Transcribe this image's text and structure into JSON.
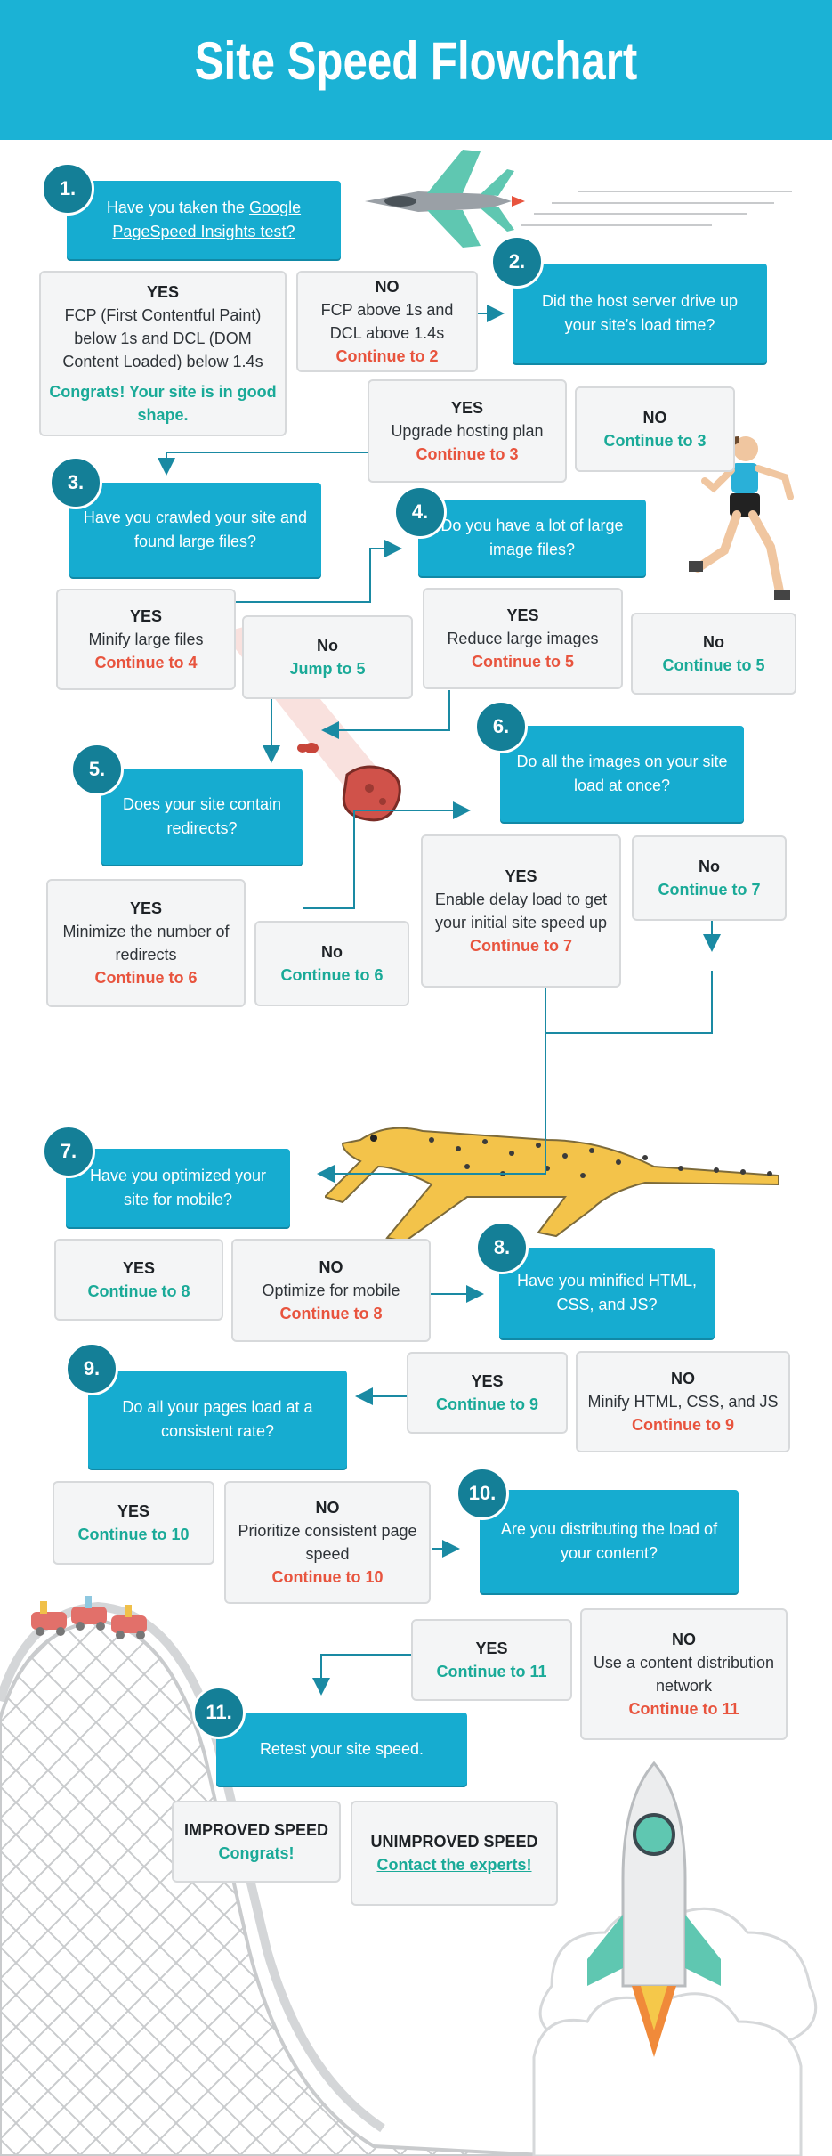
{
  "title": "Site Speed Flowchart",
  "colors": {
    "header": "#1bb2d5",
    "question": "#16acd0",
    "number": "#147f97",
    "red": "#e8543e",
    "teal": "#1aaa98"
  },
  "steps": [
    {
      "num": "1.",
      "q": "Have you taken the ",
      "q_link": "Google PageSpeed Insights test?"
    },
    {
      "num": "2.",
      "q": "Did the host server drive up your site’s load time?"
    },
    {
      "num": "3.",
      "q": "Have you crawled your site and found large files?"
    },
    {
      "num": "4.",
      "q": "Do you have a lot of large image files?"
    },
    {
      "num": "5.",
      "q": "Does your site contain redirects?"
    },
    {
      "num": "6.",
      "q": "Do all the images on your site load at once?"
    },
    {
      "num": "7.",
      "q": "Have you optimized your site for mobile?"
    },
    {
      "num": "8.",
      "q": "Have you minified HTML, CSS, and JS?"
    },
    {
      "num": "9.",
      "q": "Do all your pages load at a consistent rate?"
    },
    {
      "num": "10.",
      "q": "Are you distributing the load of your content?"
    },
    {
      "num": "11.",
      "q": "Retest your site speed."
    }
  ],
  "answers": {
    "a1_yes": {
      "h": "YES",
      "t": "FCP (First Contentful Paint) below 1s and DCL (DOM Content Loaded) below 1.4s",
      "g": "Congrats! Your site is in good shape."
    },
    "a1_no": {
      "h": "NO",
      "t": "FCP above 1s and DCL above 1.4s",
      "c": "Continue to 2"
    },
    "a2_yes": {
      "h": "YES",
      "t": "Upgrade hosting plan",
      "c": "Continue to 3"
    },
    "a2_no": {
      "h": "NO",
      "c": "Continue to 3"
    },
    "a3_yes": {
      "h": "YES",
      "t": "Minify large files",
      "c": "Continue to 4"
    },
    "a3_no": {
      "h": "No",
      "c": "Jump to 5"
    },
    "a4_yes": {
      "h": "YES",
      "t": "Reduce large images",
      "c": "Continue to 5"
    },
    "a4_no": {
      "h": "No",
      "c": "Continue to 5"
    },
    "a5_yes": {
      "h": "YES",
      "t": "Minimize the number of redirects",
      "c": "Continue to 6"
    },
    "a5_no": {
      "h": "No",
      "c": "Continue to 6"
    },
    "a6_yes": {
      "h": "YES",
      "t": "Enable delay load to get your initial site speed up",
      "c": "Continue to 7"
    },
    "a6_no": {
      "h": "No",
      "c": "Continue to 7"
    },
    "a7_yes": {
      "h": "YES",
      "c": "Continue to 8"
    },
    "a7_no": {
      "h": "NO",
      "t": "Optimize for mobile",
      "c": "Continue to 8"
    },
    "a8_yes": {
      "h": "YES",
      "c": "Continue to 9"
    },
    "a8_no": {
      "h": "NO",
      "t": "Minify HTML, CSS, and JS",
      "c": "Continue to 9"
    },
    "a9_yes": {
      "h": "YES",
      "c": "Continue to 10"
    },
    "a9_no": {
      "h": "NO",
      "t": "Prioritize consistent page speed",
      "c": "Continue to 10"
    },
    "a10_yes": {
      "h": "YES",
      "c": "Continue to 11"
    },
    "a10_no": {
      "h": "NO",
      "t": "Use a content distribution network",
      "c": "Continue to 11"
    },
    "a11_improved": {
      "h": "IMPROVED SPEED",
      "g": "Congrats!"
    },
    "a11_unimproved": {
      "h": "UNIMPROVED SPEED",
      "l": "Contact the experts!"
    }
  },
  "illustrations": [
    "jet-icon",
    "runner-icon",
    "meteor-icon",
    "cheetah-icon",
    "roller-coaster-icon",
    "rocket-icon"
  ]
}
